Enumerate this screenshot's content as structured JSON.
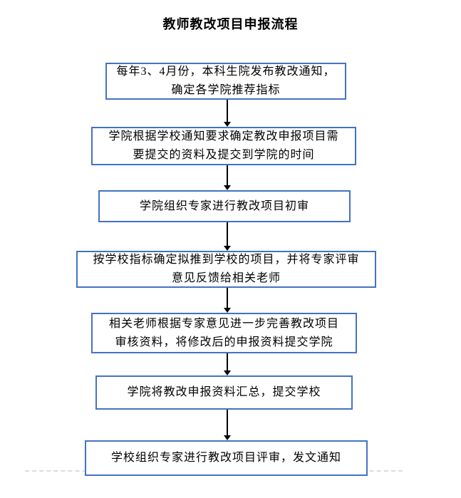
{
  "title": "教师教改项目申报流程",
  "flowchart": {
    "type": "flowchart",
    "direction": "top-down",
    "box_border_color": "#4472C4",
    "box_fill_color": "#FFFFFF",
    "arrow_color": "#000000",
    "page_break_line_color": "#DCDCDC",
    "steps": [
      {
        "order": 1,
        "label": "每年3、4月份，本科生院发布教改通知，确定各学院推荐指标"
      },
      {
        "order": 2,
        "label": "学院根据学校通知要求确定教改申报项目需要提交的资料及提交到学院的时间"
      },
      {
        "order": 3,
        "label": "学院组织专家进行教改项目初审"
      },
      {
        "order": 4,
        "label": "按学校指标确定拟推到学校的项目，并将专家评审意见反馈给相关老师"
      },
      {
        "order": 5,
        "label": "相关老师根据专家意见进一步完善教改项目审核资料，将修改后的申报资料提交学院"
      },
      {
        "order": 6,
        "label": "学院将教改申报资料汇总，提交学校"
      },
      {
        "order": 7,
        "label": "学校组织专家进行教改项目评审，发文通知"
      }
    ]
  }
}
